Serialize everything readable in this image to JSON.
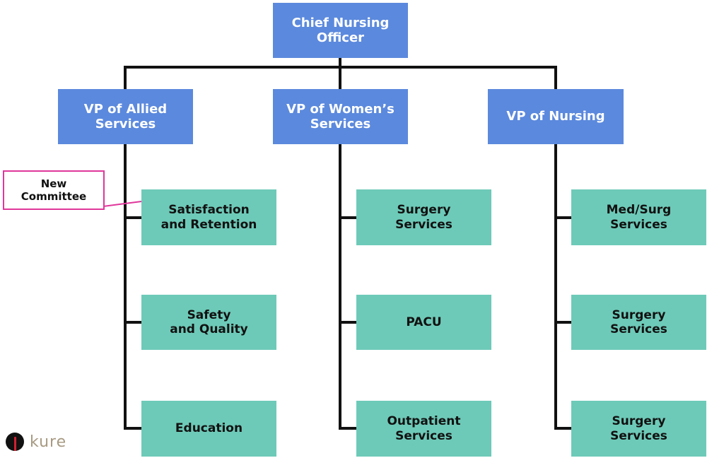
{
  "chart": {
    "top": {
      "label": "Chief Nursing\nOfficer"
    },
    "vps": [
      {
        "label": "VP of Allied\nServices"
      },
      {
        "label": "VP of Women’s\nServices"
      },
      {
        "label": "VP of Nursing"
      }
    ],
    "columns": [
      {
        "items": [
          {
            "label": "Satisfaction\nand Retention"
          },
          {
            "label": "Safety\nand Quality"
          },
          {
            "label": "Education"
          }
        ]
      },
      {
        "items": [
          {
            "label": "Surgery\nServices"
          },
          {
            "label": "PACU"
          },
          {
            "label": "Outpatient\nServices"
          }
        ]
      },
      {
        "items": [
          {
            "label": "Med/Surg\nServices"
          },
          {
            "label": "Surgery\nServices"
          },
          {
            "label": "Surgery\nServices"
          }
        ]
      }
    ]
  },
  "callout": {
    "label": "New\nCommittee",
    "color": "#e0379b"
  },
  "logo": {
    "text": "kure"
  },
  "colors": {
    "vp_box": "#5b89dd",
    "dept_box": "#6dcab8",
    "connector": "#111111"
  }
}
